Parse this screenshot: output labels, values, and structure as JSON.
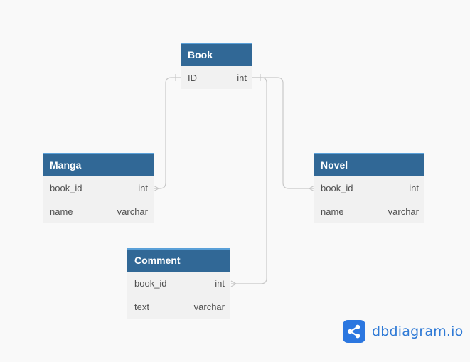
{
  "tables": {
    "book": {
      "name": "Book",
      "columns": [
        {
          "name": "ID",
          "type": "int"
        }
      ]
    },
    "manga": {
      "name": "Manga",
      "columns": [
        {
          "name": "book_id",
          "type": "int"
        },
        {
          "name": "name",
          "type": "varchar"
        }
      ]
    },
    "novel": {
      "name": "Novel",
      "columns": [
        {
          "name": "book_id",
          "type": "int"
        },
        {
          "name": "name",
          "type": "varchar"
        }
      ]
    },
    "comment": {
      "name": "Comment",
      "columns": [
        {
          "name": "book_id",
          "type": "int"
        },
        {
          "name": "text",
          "type": "varchar"
        }
      ]
    }
  },
  "relationships": [
    {
      "from": "Book.ID",
      "to": "Manga.book_id",
      "cardinality": "one-to-many"
    },
    {
      "from": "Book.ID",
      "to": "Novel.book_id",
      "cardinality": "one-to-many"
    },
    {
      "from": "Book.ID",
      "to": "Comment.book_id",
      "cardinality": "one-to-many"
    }
  ],
  "brand": {
    "name": "dbdiagram.io",
    "icon": "share-nodes-icon"
  },
  "colors": {
    "header_bg": "#316896",
    "header_accent": "#5aa0d8",
    "row_bg": "#f1f1f1",
    "connector": "#c8c8c8",
    "brand": "#2c77e0"
  }
}
